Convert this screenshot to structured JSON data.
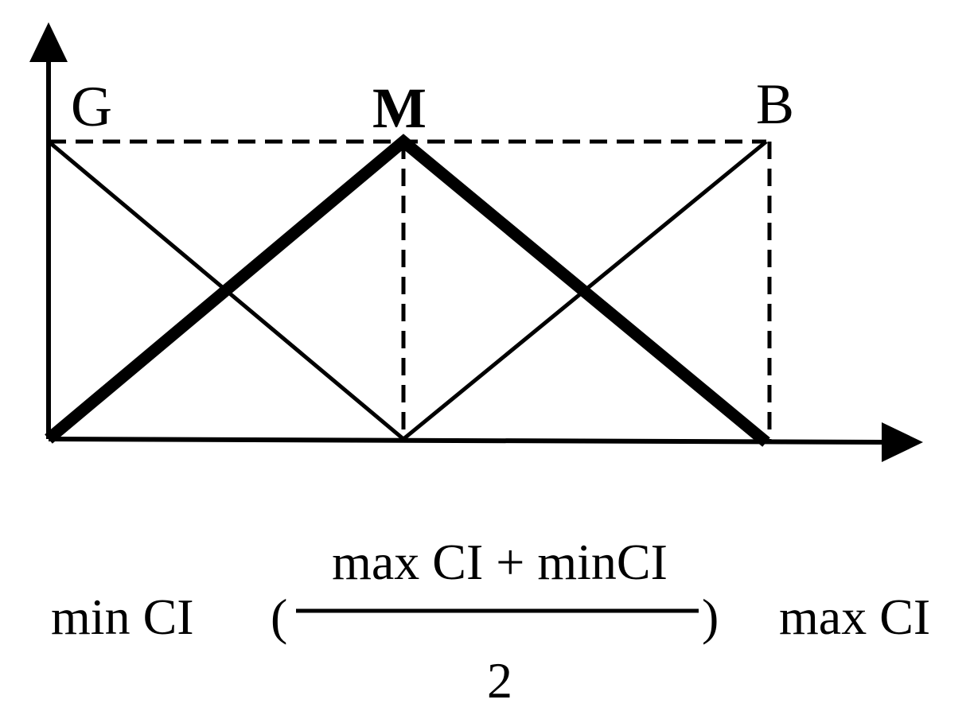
{
  "labels": {
    "left": "G",
    "middle": "M",
    "right": "B"
  },
  "axis": {
    "min_label": "min CI",
    "mid_open_paren": "(",
    "mid_numerator": "max CI + minCI",
    "mid_denominator": "2",
    "mid_close_paren": ")",
    "max_label": "max CI"
  },
  "colors": {
    "ink": "#000000",
    "background": "#ffffff"
  }
}
